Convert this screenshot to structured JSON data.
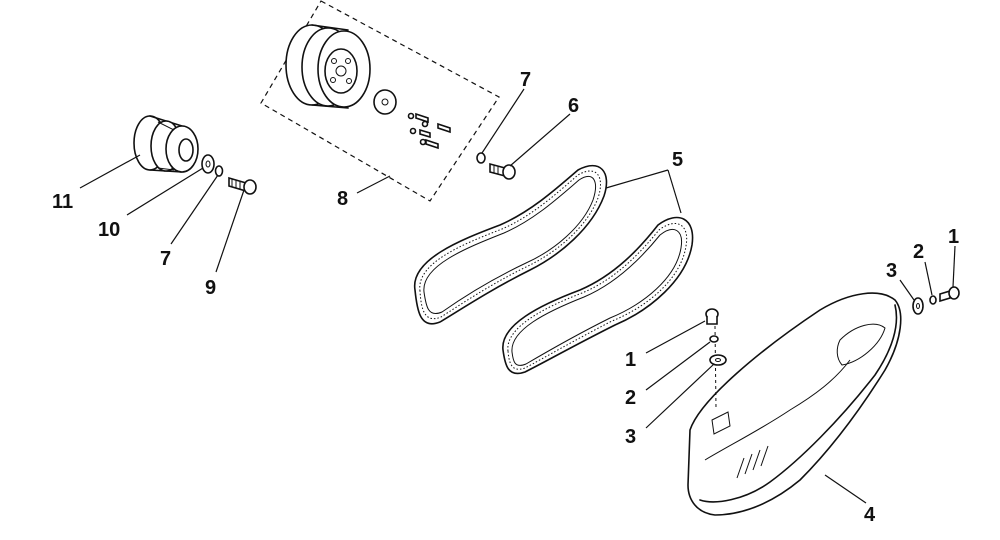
{
  "callouts": [
    {
      "id": "c11",
      "label": "11"
    },
    {
      "id": "c10",
      "label": "10"
    },
    {
      "id": "c7a",
      "label": "7"
    },
    {
      "id": "c9",
      "label": "9"
    },
    {
      "id": "c8",
      "label": "8"
    },
    {
      "id": "c7b",
      "label": "7"
    },
    {
      "id": "c6",
      "label": "6"
    },
    {
      "id": "c5",
      "label": "5"
    },
    {
      "id": "c1a",
      "label": "1"
    },
    {
      "id": "c2a",
      "label": "2"
    },
    {
      "id": "c3a",
      "label": "3"
    },
    {
      "id": "c1b",
      "label": "1"
    },
    {
      "id": "c2b",
      "label": "2"
    },
    {
      "id": "c3b",
      "label": "3"
    },
    {
      "id": "c4",
      "label": "4"
    }
  ]
}
